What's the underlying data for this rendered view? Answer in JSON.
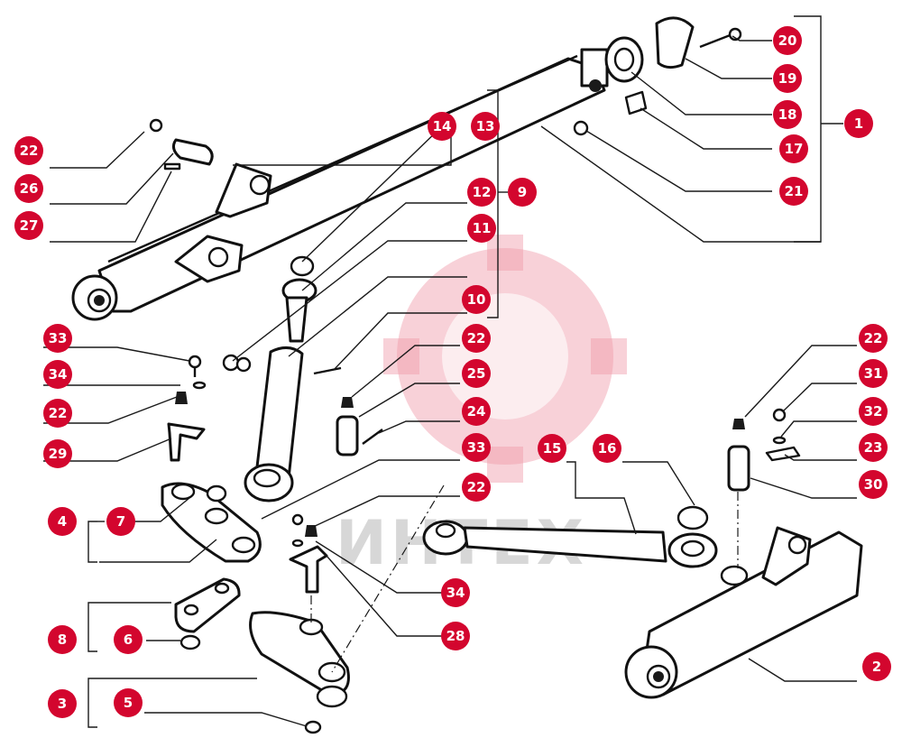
{
  "watermark": {
    "text": "ИНТЕХ",
    "logo_color": "#ef9aa8"
  },
  "colors": {
    "callout": "#d3062e",
    "line": "#111111"
  },
  "callouts": [
    "22",
    "26",
    "27",
    "14",
    "13",
    "12",
    "9",
    "11",
    "10",
    "33",
    "34",
    "22",
    "29",
    "22",
    "25",
    "24",
    "33",
    "22",
    "4",
    "7",
    "8",
    "6",
    "3",
    "5",
    "34",
    "28",
    "20",
    "19",
    "18",
    "17",
    "1",
    "21",
    "15",
    "16",
    "22",
    "31",
    "32",
    "23",
    "30",
    "2"
  ]
}
